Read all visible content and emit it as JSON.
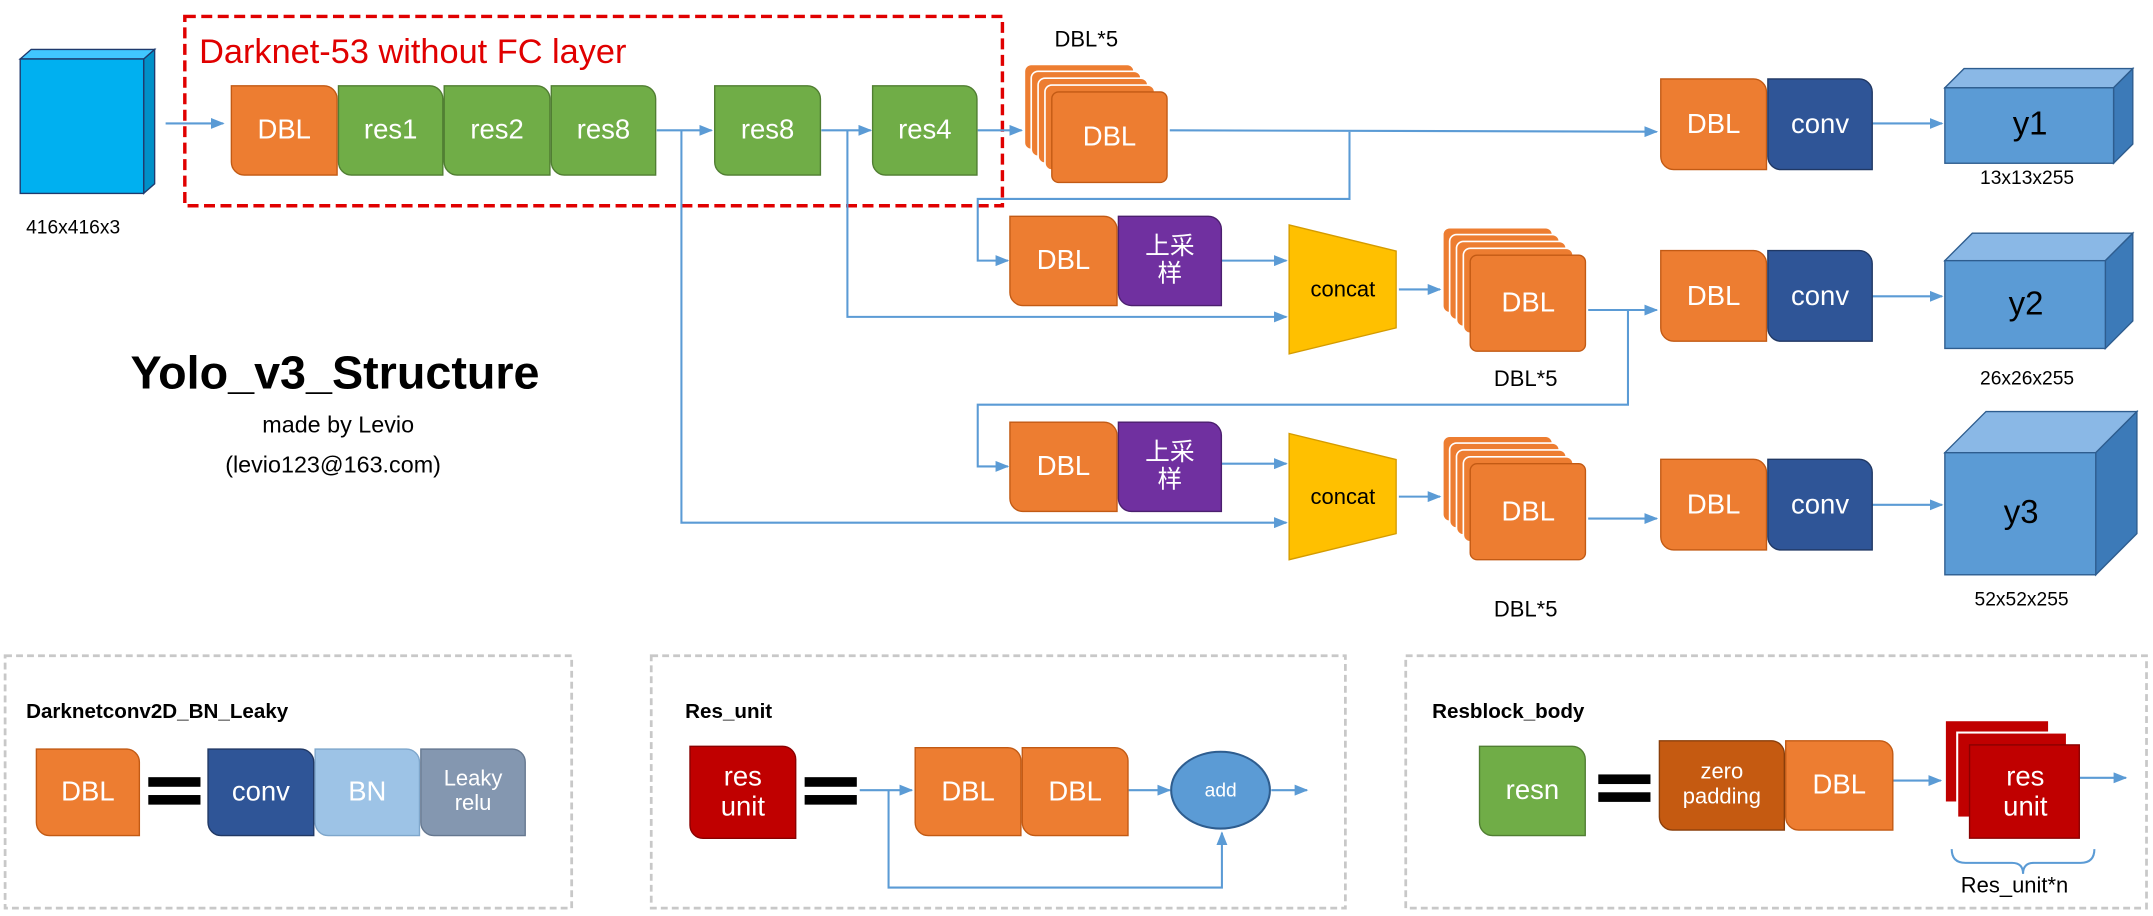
{
  "title": "Yolo_v3_Structure",
  "author": "made by Levio",
  "email": "(levio123@163.com)",
  "backbone": {
    "label": "Darknet-53 without FC layer",
    "blocks": [
      "DBL",
      "res1",
      "res2",
      "res8"
    ]
  },
  "input": {
    "size": "416x416x3"
  },
  "trunk": [
    "res8",
    "res4"
  ],
  "dbl_stack": {
    "block": "DBL",
    "caption": "DBL*5"
  },
  "upsample": "上采\n样",
  "concat": "concat",
  "heads": [
    {
      "dbl": "DBL",
      "conv": "conv",
      "output": "y1",
      "shape": "13x13x255"
    },
    {
      "dbl": "DBL",
      "conv": "conv",
      "output": "y2",
      "shape": "26x26x255"
    },
    {
      "dbl": "DBL",
      "conv": "conv",
      "output": "y3",
      "shape": "52x52x255"
    }
  ],
  "branch_dbl": "DBL",
  "legend": {
    "dbl": {
      "title": "Darknetconv2D_BN_Leaky",
      "lhs": "DBL",
      "parts": [
        "conv",
        "BN",
        "Leaky\nrelu"
      ]
    },
    "res_unit": {
      "title": "Res_unit",
      "lhs": "res\nunit",
      "parts": [
        "DBL",
        "DBL"
      ],
      "add": "add"
    },
    "resblock": {
      "title": "Resblock_body",
      "lhs": "resn",
      "parts": [
        "zero\npadding",
        "DBL"
      ],
      "stack": "res\nunit",
      "caption": "Res_unit*n"
    }
  },
  "colors": {
    "orange": "#ed7d31",
    "green": "#70ad47",
    "navy": "#2f5597",
    "purple": "#7030a0",
    "red": "#c00000",
    "concat": "#ffc000",
    "input_cube": "#00b0f0",
    "output_cube": "#5b9bd5",
    "arrow": "#5b9bd5",
    "dashed_box": "#e00000"
  }
}
